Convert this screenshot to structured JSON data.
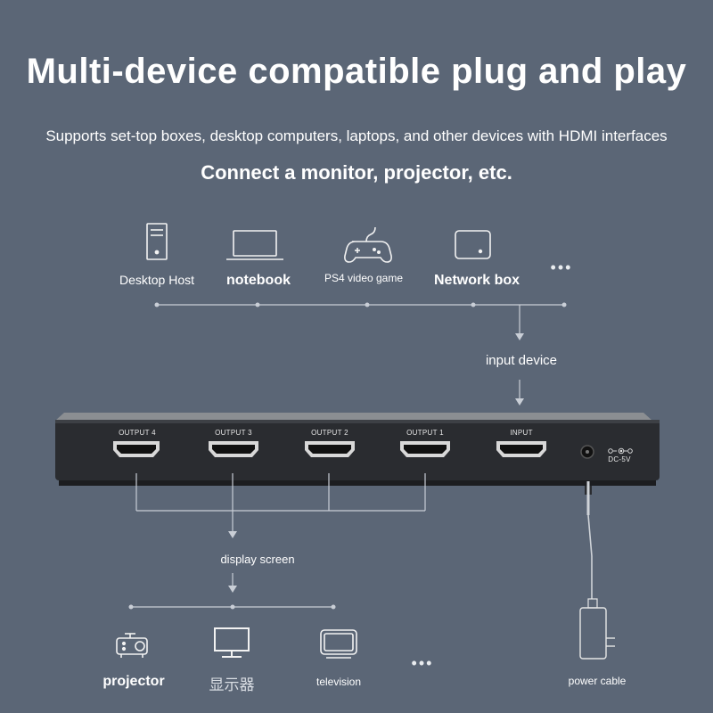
{
  "header": {
    "title": "Multi-device compatible plug and play",
    "subtitle": "Supports set-top boxes, desktop computers, laptops, and other devices with HDMI interfaces",
    "subtitle2": "Connect a monitor, projector, etc."
  },
  "sources": [
    {
      "label": "Desktop Host",
      "icon": "desktop-tower-icon"
    },
    {
      "label": "notebook",
      "icon": "laptop-icon"
    },
    {
      "label": "PS4 video game",
      "icon": "gamepad-icon"
    },
    {
      "label": "Network box",
      "icon": "network-box-icon"
    }
  ],
  "more": "•••",
  "input_label": "input device",
  "device": {
    "ports": [
      "OUTPUT 4",
      "OUTPUT 3",
      "OUTPUT 2",
      "OUTPUT 1",
      "INPUT"
    ],
    "dc_label": "DC-5V"
  },
  "display_label": "display screen",
  "displays": [
    {
      "label": "projector",
      "icon": "projector-icon"
    },
    {
      "label": "显示器",
      "icon": "monitor-icon"
    },
    {
      "label": "television",
      "icon": "television-icon"
    }
  ],
  "power_label": "power cable",
  "colors": {
    "background": "#5b6676",
    "line": "#c9ced6",
    "device": "#2a2c30"
  }
}
